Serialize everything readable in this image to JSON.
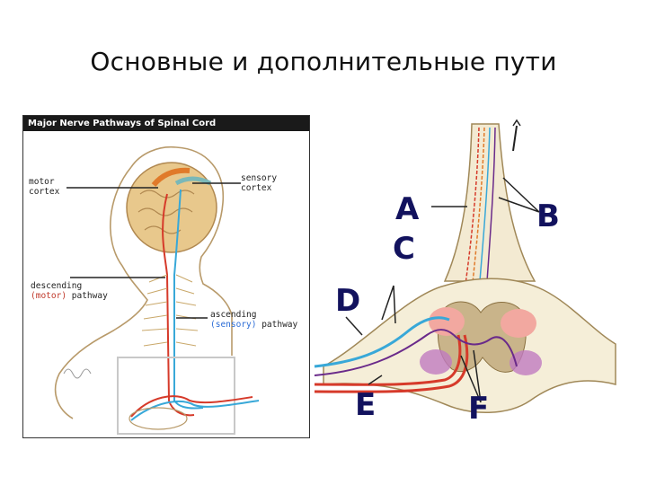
{
  "slide": {
    "title": "Основные и дополнительные пути"
  },
  "left_figure": {
    "header": "Major Nerve Pathways of Spinal Cord",
    "labels": {
      "motor_cortex": "motor\ncortex",
      "sensory_cortex": "sensory\ncortex",
      "descending_line1": "descending",
      "descending_paren": "(motor)",
      "descending_rest": " pathway",
      "ascending_line1": "ascending",
      "ascending_paren": "(sensory)",
      "ascending_rest": " pathway"
    }
  },
  "right_figure": {
    "letters": {
      "a": "A",
      "b": "B",
      "c": "C",
      "d": "D",
      "e": "E",
      "f": "F"
    }
  },
  "colors": {
    "motor_red": "#d63a2a",
    "sensory_blue": "#38a8d8",
    "purple": "#6a2a8a",
    "label_navy": "#12125e"
  }
}
